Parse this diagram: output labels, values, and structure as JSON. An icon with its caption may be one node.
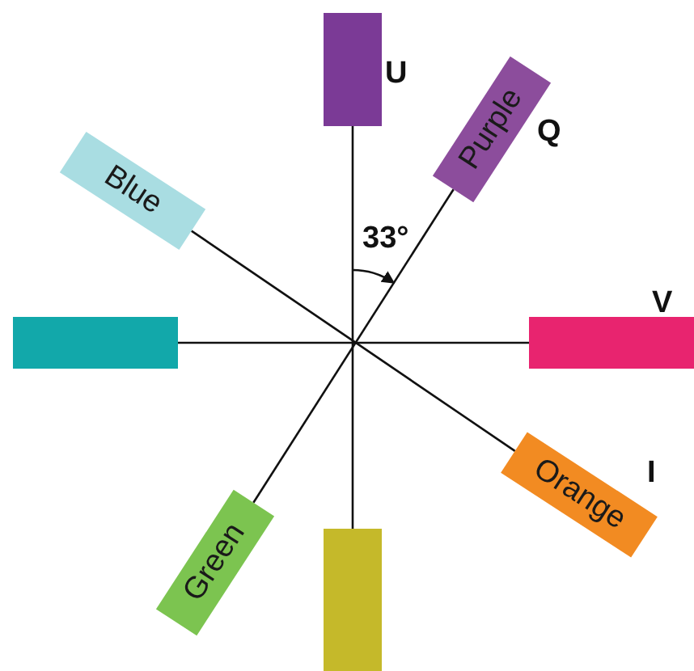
{
  "diagram": {
    "nodes": [
      {
        "text": [],
        "shape": "bar"
      },
      {
        "text": [
          "Purple"
        ]
      },
      {
        "text": [
          "Blue"
        ]
      },
      {
        "text": [],
        "shape": "bar"
      },
      {
        "text": [],
        "shape": "bar"
      },
      {
        "text": [
          "Orange"
        ]
      },
      {
        "text": [
          "Green"
        ]
      },
      {
        "text": [],
        "shape": "bar"
      }
    ],
    "edges": [
      {
        "from": 0,
        "to": 7,
        "arrow": "none"
      },
      {
        "from": 1,
        "to": 6,
        "arrow": "none"
      },
      {
        "from": 2,
        "to": 5,
        "arrow": "none"
      },
      {
        "from": 3,
        "to": 4,
        "arrow": "none"
      }
    ],
    "labels": [
      "U",
      "Q",
      "33°",
      "V",
      "I"
    ]
  }
}
